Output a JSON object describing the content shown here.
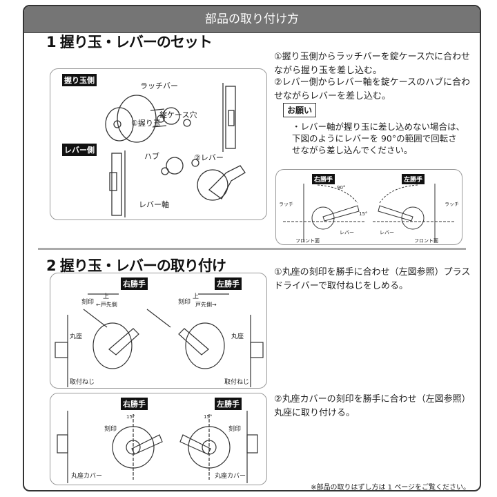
{
  "header": {
    "title": "部品の取り付け方"
  },
  "section1": {
    "title": "1 握り玉・レバーのセット",
    "knob_side": {
      "tag": "握り玉側",
      "latch_bar": "ラッチバー",
      "case_hole": "錠ケース穴",
      "knob": "①握り玉"
    },
    "lever_side": {
      "tag": "レバー側",
      "hub": "ハブ",
      "lever": "②レバー",
      "lever_shaft": "レバー軸"
    },
    "steps": [
      "①握り玉側からラッチバーを錠ケース穴に合わせながら握り玉を差し込む。",
      "②レバー側からレバー軸を錠ケースのハブに合わせながらレバーを差し込む。"
    ],
    "note_title": "お願い",
    "note": "・レバー軸が握り玉に差し込めない場合は、下図のようにレバーを 90°の範囲で回転させながら差し込んでください。",
    "diagram": {
      "right_hand": "右勝手",
      "left_hand": "左勝手",
      "latch": "ラッチ",
      "lever": "レバー",
      "front": "フロント面",
      "angle": "90°",
      "small_angle": "15°"
    }
  },
  "section2": {
    "title": "2 握り玉・レバーの取り付け",
    "fig1": {
      "right_hand": "右勝手",
      "left_hand": "左勝手",
      "marking": "刻印",
      "up": "上",
      "door_edge_left": "←戸先側",
      "door_edge_right": "戸先側→",
      "rosette": "丸座",
      "screw": "取付ねじ"
    },
    "fig2": {
      "right_hand": "右勝手",
      "left_hand": "左勝手",
      "angle": "15°",
      "marking": "刻印",
      "cover": "丸座カバー"
    },
    "steps": [
      "①丸座の刻印を勝手に合わせ（左図参照）プラスドライバーで取付ねじをしめる。",
      "②丸座カバーの刻印を勝手に合わせ（左図参照）丸座に取り付ける。"
    ],
    "footnote": "※部品の取りはずし方は 1 ページをご覧ください。"
  }
}
